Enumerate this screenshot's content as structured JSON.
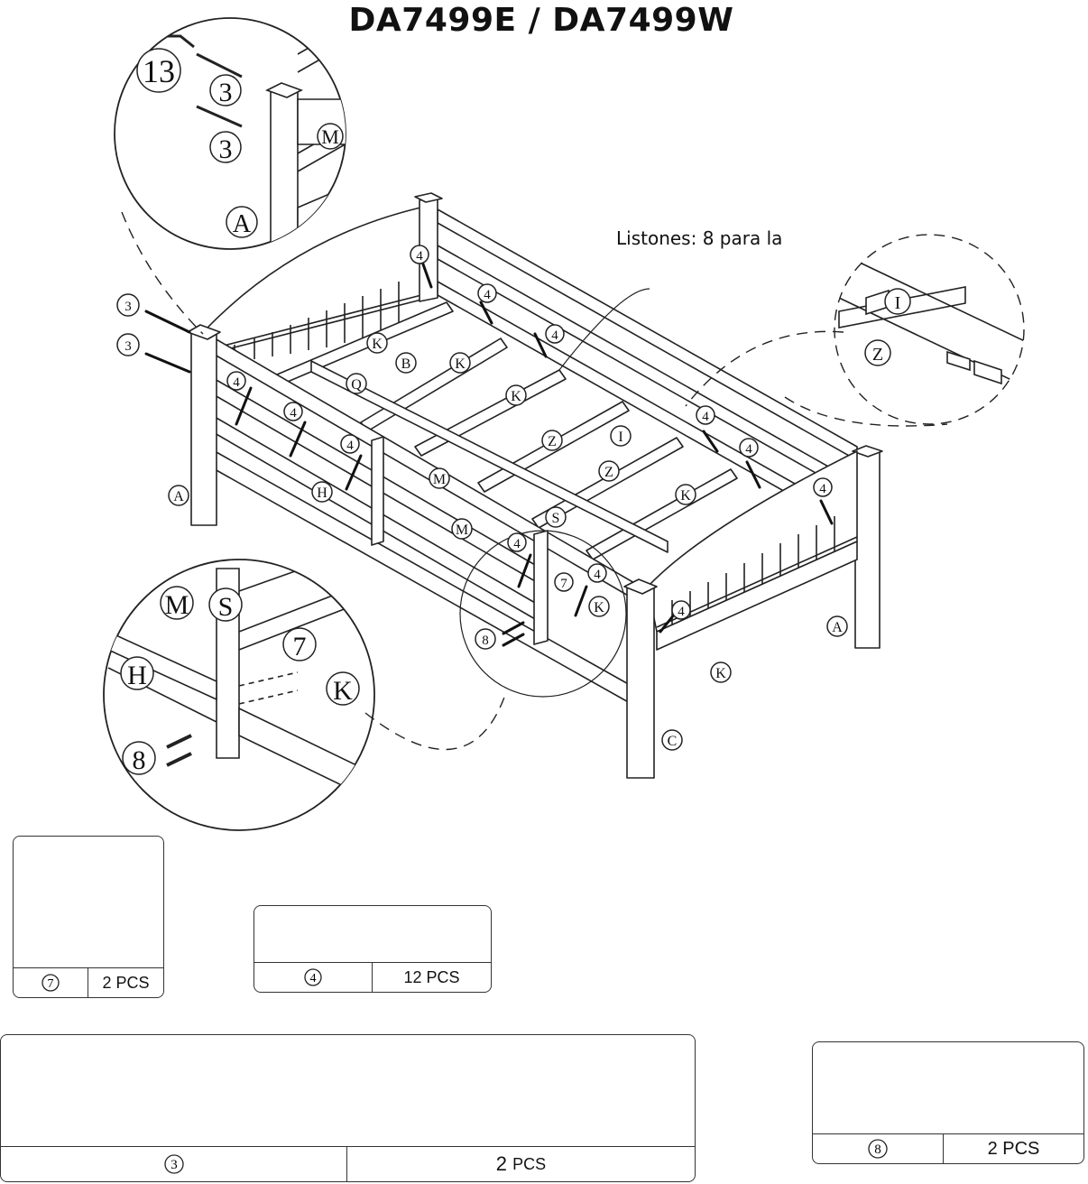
{
  "header": {
    "title": "DA7499E / DA7499W"
  },
  "note": {
    "text": "Listones: 8 para la"
  },
  "part_labels": {
    "A": "A",
    "B": "B",
    "C": "C",
    "H": "H",
    "I": "I",
    "K": "K",
    "M": "M",
    "Q": "Q",
    "S": "S",
    "Z": "Z"
  },
  "hardware_callouts": {
    "h3": "3",
    "h4": "4",
    "h7": "7",
    "h8": "8",
    "h13": "13"
  },
  "hardware_table": [
    {
      "id": "7",
      "qty": "2 PCS",
      "icon": "barrel-nut-icon"
    },
    {
      "id": "4",
      "qty": "12 PCS",
      "icon": "wood-screw-icon"
    },
    {
      "id": "3",
      "qty_num": "2",
      "qty_unit": "PCS",
      "icon": "long-bolt-icon"
    },
    {
      "id": "8",
      "qty": "2 PCS",
      "icon": "machine-bolt-icon"
    }
  ]
}
